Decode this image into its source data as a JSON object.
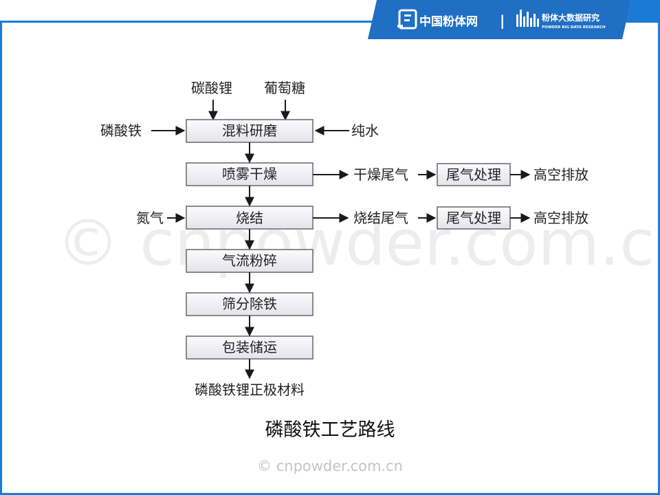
{
  "header": {
    "brand_name": "中国粉体网",
    "brand_divider": "|",
    "research_name": "粉体大数据研究",
    "research_subtitle": "POWDER BIG DATA RESEARCH",
    "brand_color": "#1f6fc4",
    "frame_color": "#1a7ad4"
  },
  "watermark": "© cnpowder.com.cn",
  "diagram": {
    "inputs": {
      "lithium_carbonate": "碳酸锂",
      "glucose": "葡萄糖",
      "iron_phosphate": "磷酸铁",
      "pure_water": "纯水",
      "nitrogen": "氮气"
    },
    "process_steps": [
      {
        "id": "mixing",
        "label": "混料研磨"
      },
      {
        "id": "spray_drying",
        "label": "喷雾干燥"
      },
      {
        "id": "sintering",
        "label": "烧结"
      },
      {
        "id": "jet_milling",
        "label": "气流粉碎"
      },
      {
        "id": "sieving",
        "label": "筛分除铁"
      },
      {
        "id": "packaging",
        "label": "包装储运"
      }
    ],
    "side_branches": [
      {
        "gas": "干燥尾气",
        "treatment": "尾气处理",
        "exhaust": "高空排放"
      },
      {
        "gas": "烧结尾气",
        "treatment": "尾气处理",
        "exhaust": "高空排放"
      }
    ],
    "output": "磷酸铁锂正极材料"
  },
  "caption": "磷酸铁工艺路线",
  "footer": "© cnpowder.com.cn"
}
